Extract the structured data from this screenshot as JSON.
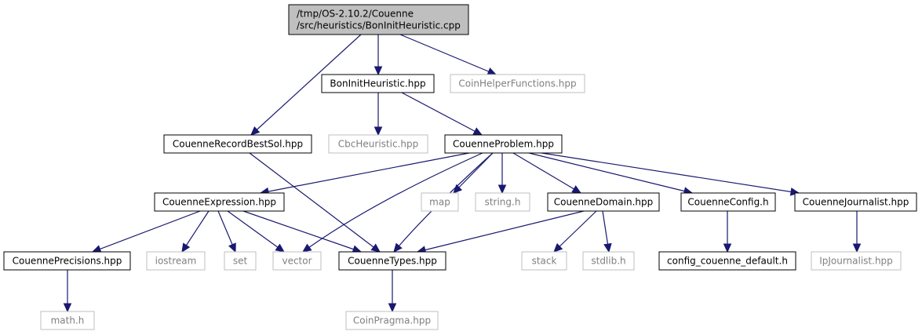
{
  "diagram": {
    "type": "include-dependency-graph",
    "colors": {
      "edge": "#191970",
      "root_fill": "#bfbfbf",
      "node_border": "#000000",
      "external_border": "#bfbfbf",
      "external_text": "#7f7f7f"
    },
    "nodes": [
      {
        "id": "root",
        "lines": [
          "/tmp/OS-2.10.2/Couenne",
          "/src/heuristics/BonInitHeuristic.cpp"
        ],
        "kind": "root"
      },
      {
        "id": "boninit",
        "lines": [
          "BonInitHeuristic.hpp"
        ],
        "kind": "local"
      },
      {
        "id": "coinhelper",
        "lines": [
          "CoinHelperFunctions.hpp"
        ],
        "kind": "external"
      },
      {
        "id": "recordbest",
        "lines": [
          "CouenneRecordBestSol.hpp"
        ],
        "kind": "local"
      },
      {
        "id": "cbcheur",
        "lines": [
          "CbcHeuristic.hpp"
        ],
        "kind": "external"
      },
      {
        "id": "problem",
        "lines": [
          "CouenneProblem.hpp"
        ],
        "kind": "local"
      },
      {
        "id": "expression",
        "lines": [
          "CouenneExpression.hpp"
        ],
        "kind": "local"
      },
      {
        "id": "map",
        "lines": [
          "map"
        ],
        "kind": "external"
      },
      {
        "id": "stringh",
        "lines": [
          "string.h"
        ],
        "kind": "external"
      },
      {
        "id": "domain",
        "lines": [
          "CouenneDomain.hpp"
        ],
        "kind": "local"
      },
      {
        "id": "config",
        "lines": [
          "CouenneConfig.h"
        ],
        "kind": "local"
      },
      {
        "id": "journalist",
        "lines": [
          "CouenneJournalist.hpp"
        ],
        "kind": "local"
      },
      {
        "id": "precisions",
        "lines": [
          "CouennePrecisions.hpp"
        ],
        "kind": "local"
      },
      {
        "id": "iostream",
        "lines": [
          "iostream"
        ],
        "kind": "external"
      },
      {
        "id": "set",
        "lines": [
          "set"
        ],
        "kind": "external"
      },
      {
        "id": "vector",
        "lines": [
          "vector"
        ],
        "kind": "external"
      },
      {
        "id": "types",
        "lines": [
          "CouenneTypes.hpp"
        ],
        "kind": "local"
      },
      {
        "id": "stack",
        "lines": [
          "stack"
        ],
        "kind": "external"
      },
      {
        "id": "stdlibh",
        "lines": [
          "stdlib.h"
        ],
        "kind": "external"
      },
      {
        "id": "configdefault",
        "lines": [
          "config_couenne_default.h"
        ],
        "kind": "local"
      },
      {
        "id": "ipjournalist",
        "lines": [
          "IpJournalist.hpp"
        ],
        "kind": "external"
      },
      {
        "id": "mathh",
        "lines": [
          "math.h"
        ],
        "kind": "external"
      },
      {
        "id": "coinpragma",
        "lines": [
          "CoinPragma.hpp"
        ],
        "kind": "external"
      }
    ],
    "edges": [
      [
        "root",
        "recordbest"
      ],
      [
        "root",
        "boninit"
      ],
      [
        "root",
        "coinhelper"
      ],
      [
        "boninit",
        "cbcheur"
      ],
      [
        "boninit",
        "problem"
      ],
      [
        "recordbest",
        "types"
      ],
      [
        "problem",
        "expression"
      ],
      [
        "problem",
        "vector"
      ],
      [
        "problem",
        "types"
      ],
      [
        "problem",
        "map"
      ],
      [
        "problem",
        "stringh"
      ],
      [
        "problem",
        "domain"
      ],
      [
        "problem",
        "config"
      ],
      [
        "problem",
        "journalist"
      ],
      [
        "expression",
        "precisions"
      ],
      [
        "expression",
        "iostream"
      ],
      [
        "expression",
        "set"
      ],
      [
        "expression",
        "vector"
      ],
      [
        "expression",
        "types"
      ],
      [
        "domain",
        "types"
      ],
      [
        "domain",
        "stack"
      ],
      [
        "domain",
        "stdlibh"
      ],
      [
        "config",
        "configdefault"
      ],
      [
        "journalist",
        "ipjournalist"
      ],
      [
        "precisions",
        "mathh"
      ],
      [
        "types",
        "coinpragma"
      ]
    ]
  }
}
